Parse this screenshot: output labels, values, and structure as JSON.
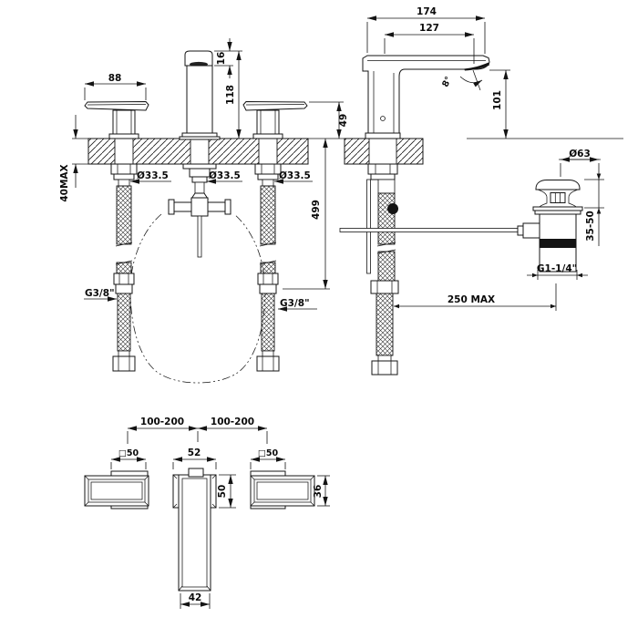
{
  "page": {
    "background": "#ffffff",
    "line_color": "#141414",
    "description": "three-hole basin mixer tap installation drawing"
  },
  "front_view": {
    "dims": {
      "handle_width": "88",
      "spout_cap_height": "16",
      "spout_height": "118",
      "handle_height_above_deck": "49",
      "deck_thickness_max": "40MAX",
      "hole_diameter_left": "Ø33.5",
      "hole_diameter_center": "Ø33.5",
      "hole_diameter_right": "Ø33.5",
      "below_deck_length": "499",
      "hose_thread_left": "G3/8\"",
      "hose_thread_right": "G3/8\""
    }
  },
  "side_view": {
    "dims": {
      "total_depth": "174",
      "spout_reach": "127",
      "spout_outlet_height": "101",
      "spray_angle": "8°",
      "waste_flange_diameter": "Ø63",
      "waste_deck_range": "35-50",
      "waste_thread": "G1-1/4\"",
      "rod_reach_max": "250 MAX"
    }
  },
  "plan_view": {
    "dims": {
      "spacing_left": "100-200",
      "spacing_right": "100-200",
      "handle_square_left": "□50",
      "handle_square_right": "□50",
      "spout_base_width": "52",
      "spout_base_depth": "50",
      "handle_depth": "36",
      "spout_tip_width": "42"
    }
  }
}
